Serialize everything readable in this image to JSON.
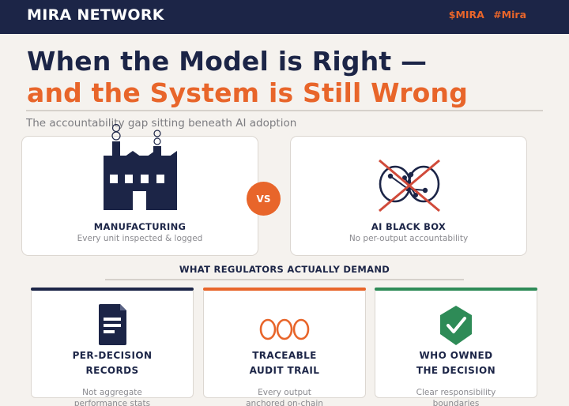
{
  "header": {
    "brand": "MIRA NETWORK",
    "tag_ticker": "$MIRA",
    "tag_hashtag": "#Mira"
  },
  "headline": {
    "line1": "When the Model is Right —",
    "line2": "and the System is Still Wrong",
    "subtitle": "The accountability gap sitting beneath AI adoption"
  },
  "comparison": {
    "left": {
      "label": "MANUFACTURING",
      "sub": "Every unit inspected & logged",
      "icon": "factory-icon"
    },
    "vs": "VS",
    "right": {
      "label": "AI BLACK BOX",
      "sub": "No per-output accountability",
      "icon": "ai-black-box-icon"
    }
  },
  "demands": {
    "title": "WHAT REGULATORS ACTUALLY DEMAND",
    "items": [
      {
        "label_line1": "PER-DECISION",
        "label_line2": "RECORDS",
        "sub_line1": "Not aggregate",
        "sub_line2": "performance stats",
        "icon": "document-icon",
        "accent": "#1c2547"
      },
      {
        "label_line1": "TRACEABLE",
        "label_line2": "AUDIT TRAIL",
        "sub_line1": "Every output",
        "sub_line2": "anchored on-chain",
        "icon": "chain-icon",
        "accent": "#e8652a"
      },
      {
        "label_line1": "WHO OWNED",
        "label_line2": "THE DECISION",
        "sub_line1": "Clear responsibility",
        "sub_line2": "boundaries",
        "icon": "shield-check-icon",
        "accent": "#2e8b57"
      }
    ]
  },
  "colors": {
    "navy": "#1c2547",
    "orange": "#e8652a",
    "green": "#2e8b57",
    "background": "#f5f2ee"
  }
}
